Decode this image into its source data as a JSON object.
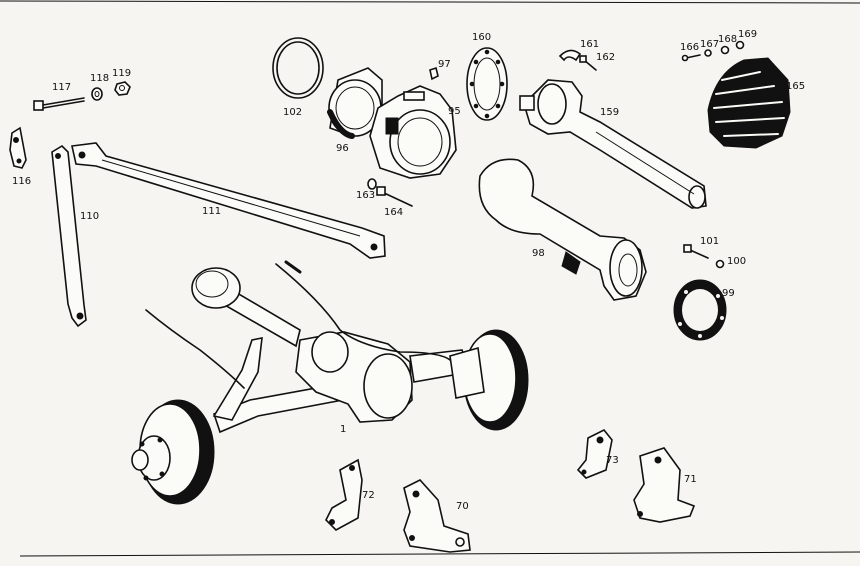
{
  "labels": {
    "l1": "1",
    "l70": "70",
    "l71": "71",
    "l72": "72",
    "l73": "73",
    "l95": "95",
    "l96": "96",
    "l97": "97",
    "l98": "98",
    "l99": "99",
    "l100": "100",
    "l101": "101",
    "l102": "102",
    "l110": "110",
    "l111": "111",
    "l116": "116",
    "l117": "117",
    "l118": "118",
    "l119": "119",
    "l159": "159",
    "l160": "160",
    "l161": "161",
    "l162": "162",
    "l163": "163",
    "l164": "164",
    "l165": "165",
    "l166": "166",
    "l167": "167",
    "l168": "168",
    "l169": "169"
  }
}
